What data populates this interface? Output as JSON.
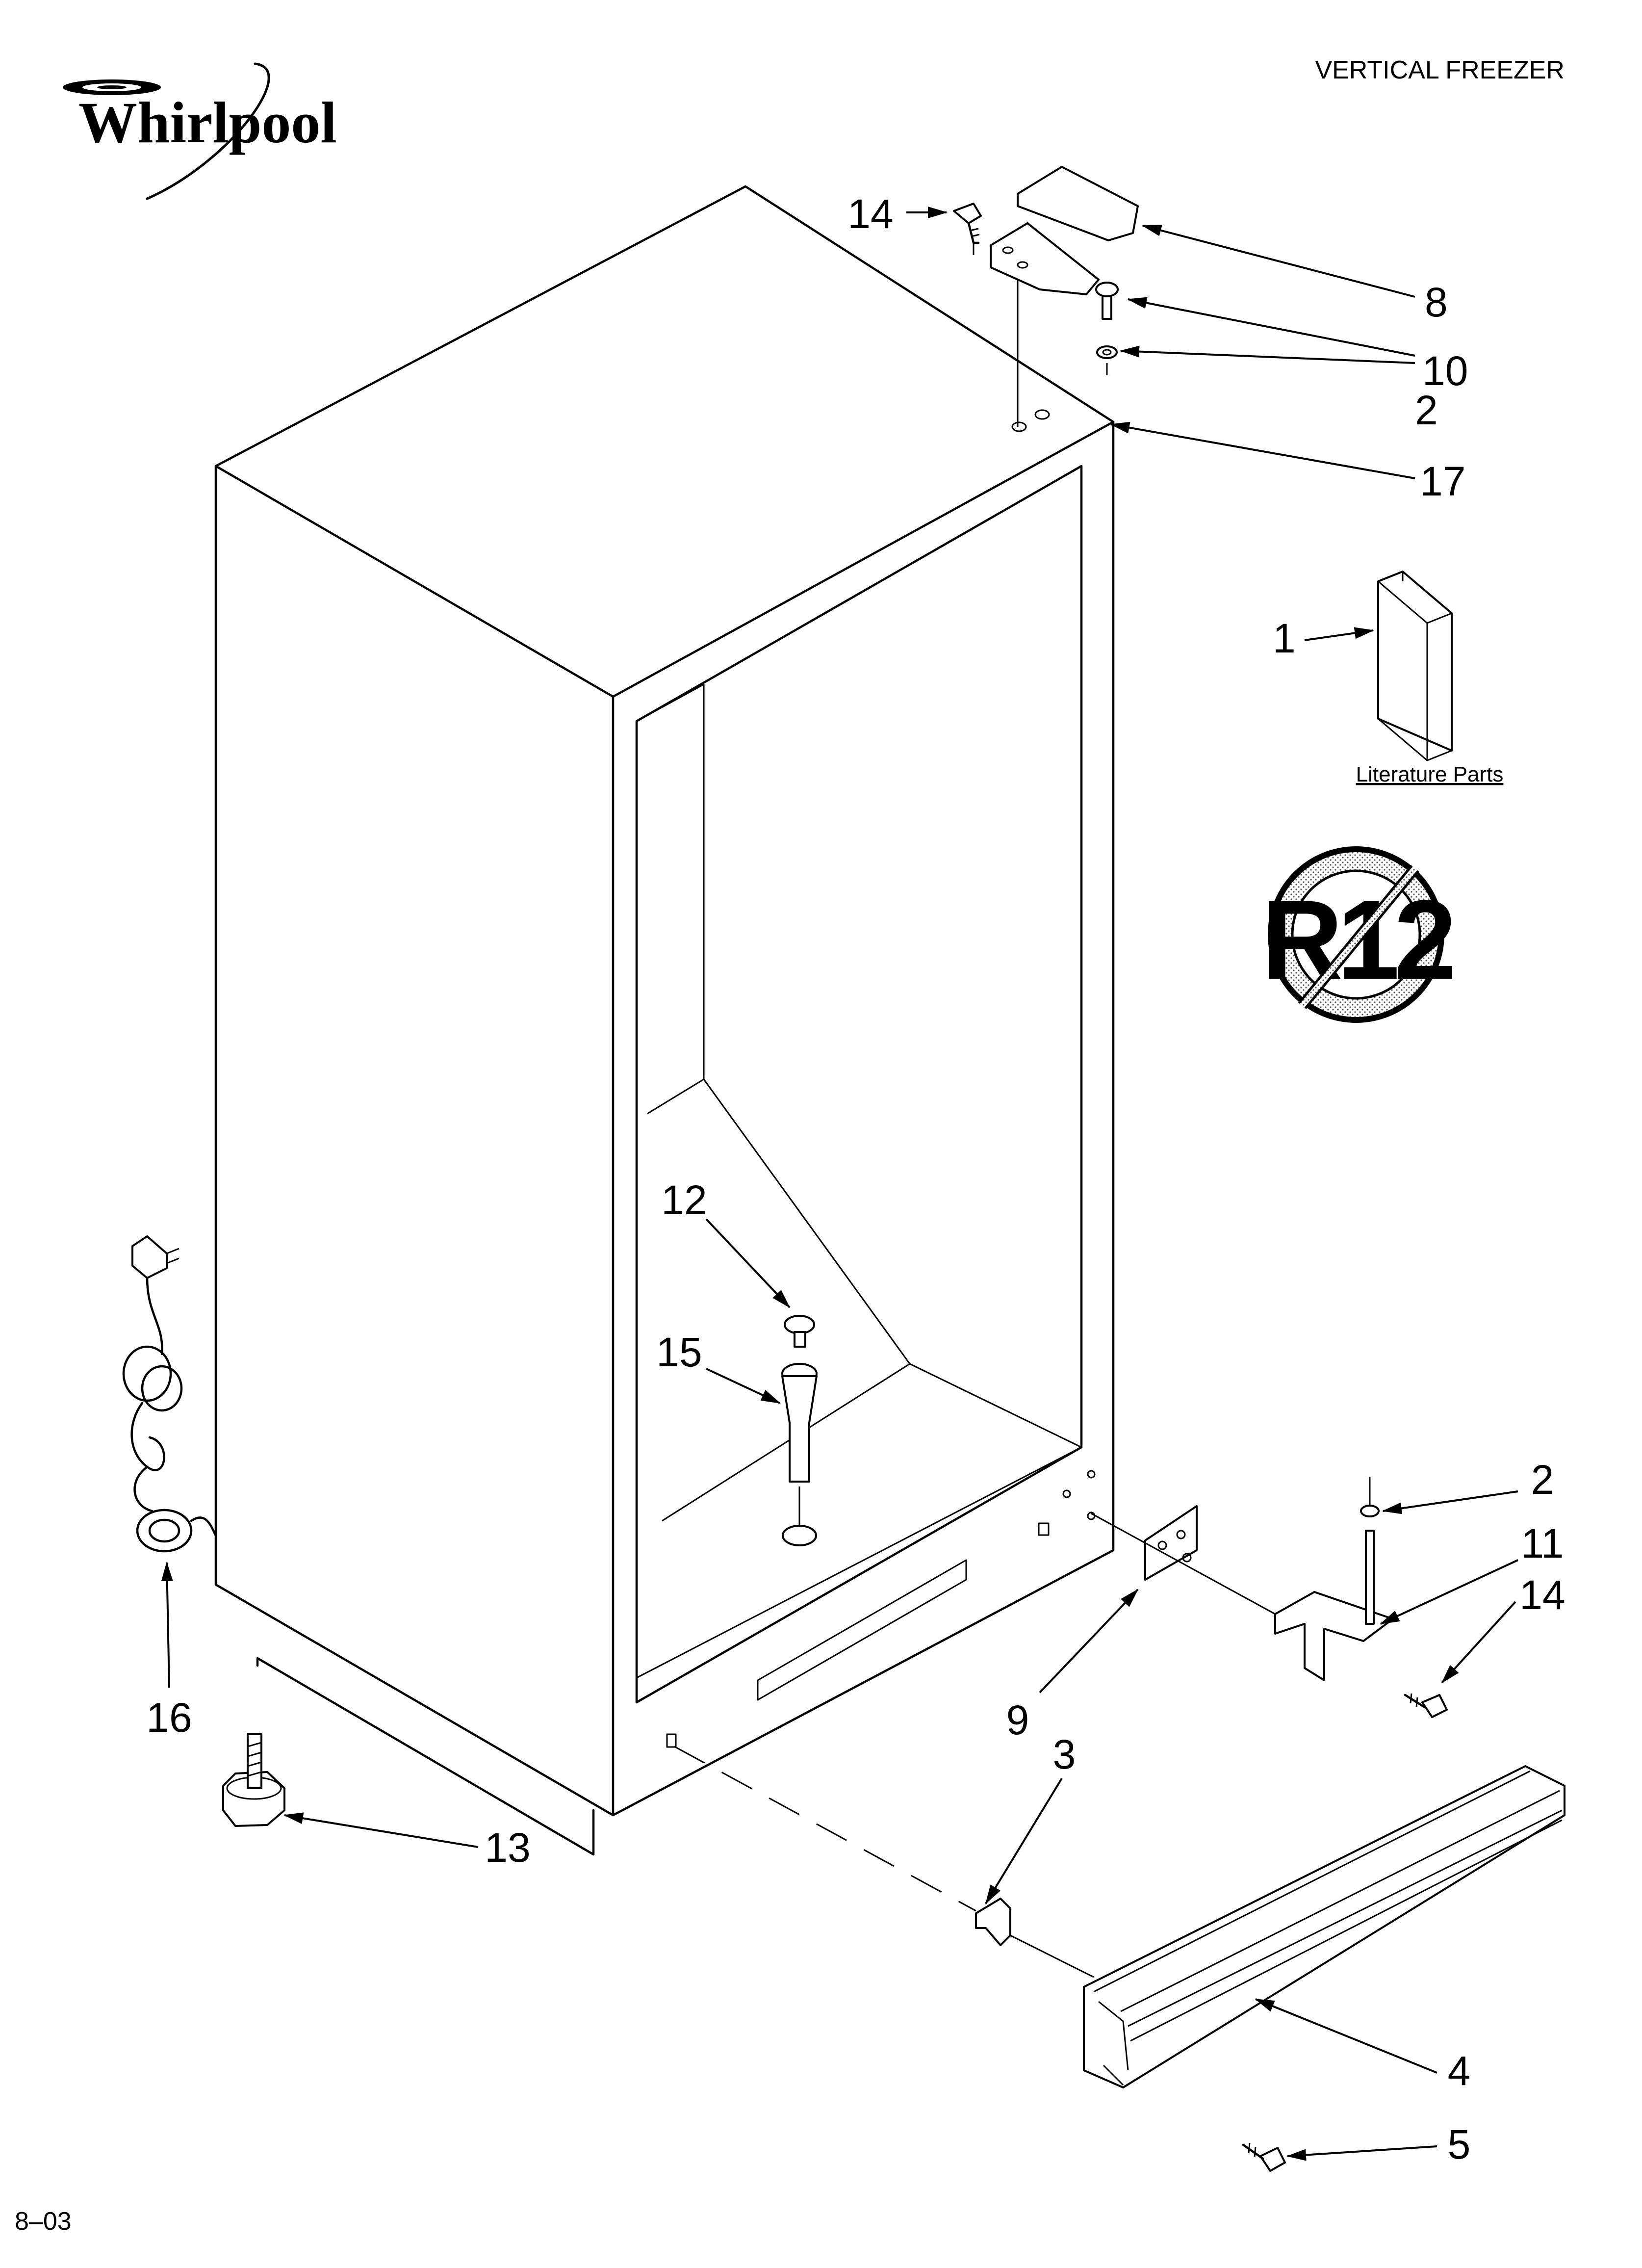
{
  "header": {
    "brand": "Whirlpool",
    "title": "VERTICAL FREEZER"
  },
  "footer": {
    "code": "8–03"
  },
  "literature": {
    "label": "Literature Parts"
  },
  "badge": {
    "text": "R12",
    "meaning": "no-R12-symbol"
  },
  "callouts": [
    "14",
    "8",
    "10",
    "2",
    "17",
    "1",
    "12",
    "15",
    "2",
    "11",
    "14",
    "9",
    "16",
    "3",
    "13",
    "4",
    "5"
  ]
}
